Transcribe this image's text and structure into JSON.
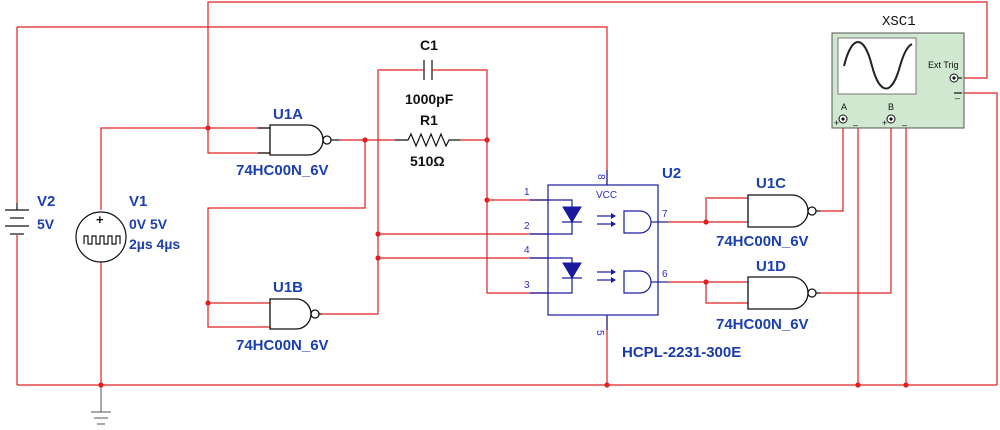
{
  "components": {
    "v2": {
      "ref": "V2",
      "value": "5V"
    },
    "v1": {
      "ref": "V1",
      "line1": "0V 5V",
      "line2": "2µs 4µs",
      "plus": "+"
    },
    "c1": {
      "ref": "C1",
      "value": "1000pF"
    },
    "r1": {
      "ref": "R1",
      "value": "510Ω"
    },
    "u1a": {
      "ref": "U1A",
      "part": "74HC00N_6V"
    },
    "u1b": {
      "ref": "U1B",
      "part": "74HC00N_6V"
    },
    "u1c": {
      "ref": "U1C",
      "part": "74HC00N_6V"
    },
    "u1d": {
      "ref": "U1D",
      "part": "74HC00N_6V"
    },
    "u2": {
      "ref": "U2",
      "part": "HCPL-2231-300E",
      "vcc": "VCC",
      "pins": {
        "p1": "1",
        "p2": "2",
        "p3": "3",
        "p4": "4",
        "p5": "5",
        "p6": "6",
        "p7": "7",
        "p8": "8"
      }
    },
    "xsc1": {
      "ref": "XSC1",
      "ext_trig": "Ext Trig",
      "ch_a": "A",
      "ch_b": "B",
      "plus": "+",
      "minus": "_",
      "screen_color": "#c8e6c8"
    }
  }
}
